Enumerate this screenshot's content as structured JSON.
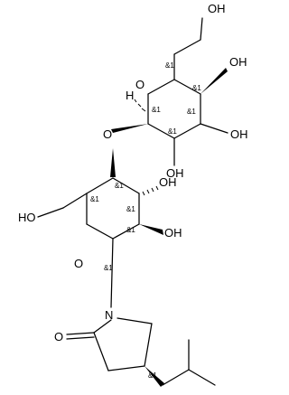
{
  "atoms": {
    "oh_ch2_top": "OH",
    "ring_o_top": "O",
    "h_anomeric": "H",
    "oh_4": "OH",
    "oh_3": "OH",
    "oh_2": "OH",
    "o_glycosidic": "O",
    "oh_ch2_bottom": "HO",
    "oh_3b": "OH",
    "ring_o_bottom": "O",
    "oh_2b": "OH",
    "n_pyrrolidone": "N",
    "o_carbonyl": "O"
  },
  "stereo_label": "&1"
}
